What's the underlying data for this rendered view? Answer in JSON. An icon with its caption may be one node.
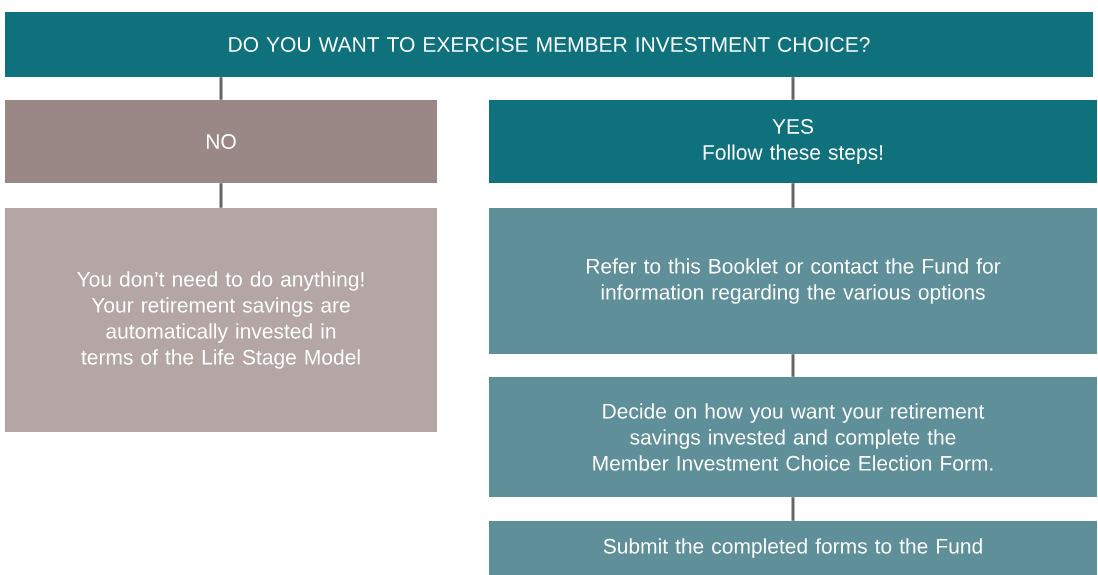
{
  "diagram": {
    "nodes": [
      {
        "text": [
          "DO YOU WANT TO EXERCISE MEMBER INVESTMENT CHOICE?"
        ]
      },
      {
        "text": [
          "NO"
        ]
      },
      {
        "text": [
          "YES",
          "Follow these steps!"
        ]
      },
      {
        "text": [
          "You don’t need to do anything! Your retirement savings are automatically invested in terms of the Life Stage Model"
        ]
      },
      {
        "text": [
          "Refer to this Booklet or contact the Fund for information regarding the various options"
        ]
      },
      {
        "text": [
          "Decide on how you want your retirement savings invested and complete the Member Investment Choice Election Form."
        ]
      },
      {
        "text": [
          "Submit the completed forms to the Fund"
        ]
      }
    ],
    "edges": [
      {
        "from": 0,
        "to": 1,
        "arrow": "none"
      },
      {
        "from": 0,
        "to": 2,
        "arrow": "none"
      },
      {
        "from": 1,
        "to": 3,
        "arrow": "none"
      },
      {
        "from": 2,
        "to": 4,
        "arrow": "none"
      },
      {
        "from": 4,
        "to": 5,
        "arrow": "none"
      },
      {
        "from": 5,
        "to": 6,
        "arrow": "none"
      }
    ]
  }
}
